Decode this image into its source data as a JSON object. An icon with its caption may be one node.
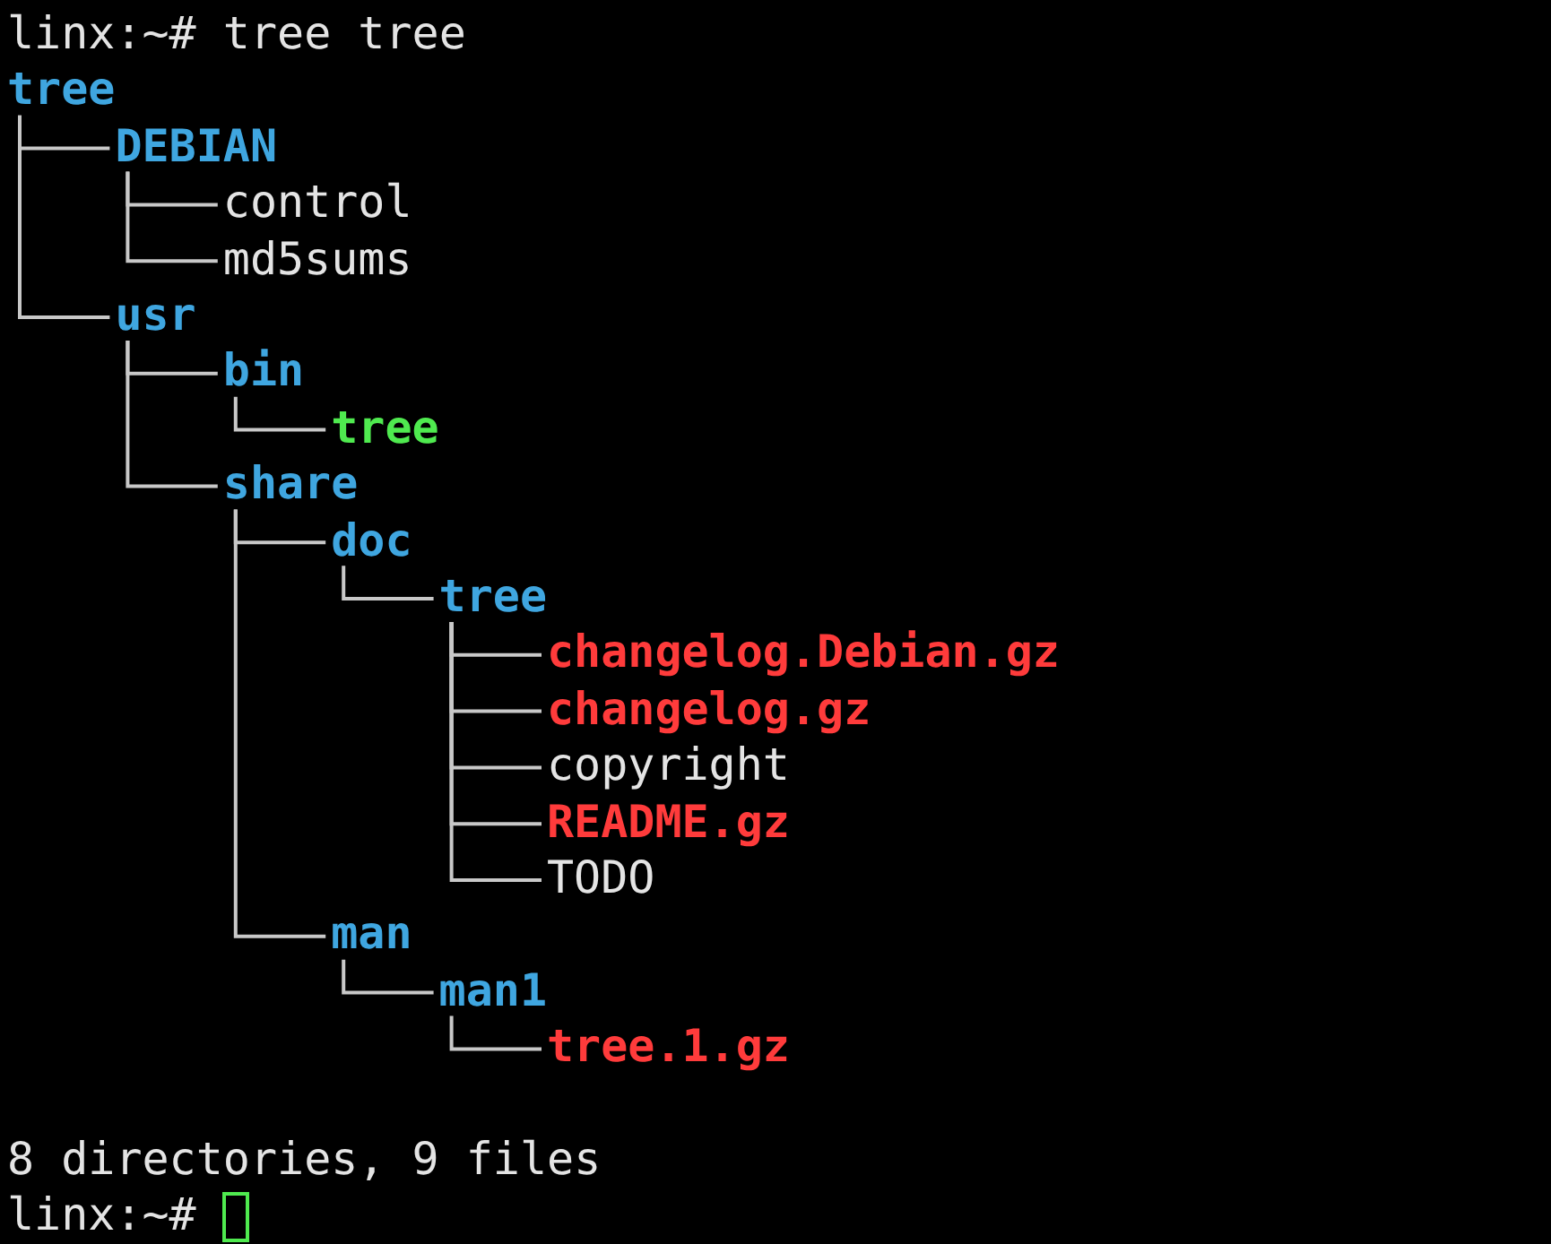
{
  "diagram": {
    "nodes": [
      {
        "text": [
          "tree"
        ]
      },
      {
        "text": [
          "DEBIAN"
        ]
      },
      {
        "text": [
          "control"
        ]
      },
      {
        "text": [
          "md5sums"
        ]
      },
      {
        "text": [
          "usr"
        ]
      },
      {
        "text": [
          "bin"
        ]
      },
      {
        "text": [
          "tree"
        ]
      },
      {
        "text": [
          "share"
        ]
      },
      {
        "text": [
          "doc"
        ]
      },
      {
        "text": [
          "tree"
        ]
      },
      {
        "text": [
          "changelog.Debian.gz"
        ]
      },
      {
        "text": [
          "changelog.gz"
        ]
      },
      {
        "text": [
          "copyright"
        ]
      },
      {
        "text": [
          "README.gz"
        ]
      },
      {
        "text": [
          "TODO"
        ]
      },
      {
        "text": [
          "man"
        ]
      },
      {
        "text": [
          "man1"
        ]
      },
      {
        "text": [
          "tree.1.gz"
        ]
      }
    ],
    "edges": [
      {
        "from": 0,
        "to": 1,
        "arrow": "none"
      },
      {
        "from": 1,
        "to": 2,
        "arrow": "none"
      },
      {
        "from": 1,
        "to": 3,
        "arrow": "none"
      },
      {
        "from": 0,
        "to": 4,
        "arrow": "none"
      },
      {
        "from": 4,
        "to": 5,
        "arrow": "none"
      },
      {
        "from": 5,
        "to": 6,
        "arrow": "none"
      },
      {
        "from": 4,
        "to": 7,
        "arrow": "none"
      },
      {
        "from": 7,
        "to": 8,
        "arrow": "none"
      },
      {
        "from": 8,
        "to": 9,
        "arrow": "none"
      },
      {
        "from": 9,
        "to": 10,
        "arrow": "none"
      },
      {
        "from": 9,
        "to": 11,
        "arrow": "none"
      },
      {
        "from": 9,
        "to": 12,
        "arrow": "none"
      },
      {
        "from": 9,
        "to": 13,
        "arrow": "none"
      },
      {
        "from": 9,
        "to": 14,
        "arrow": "none"
      },
      {
        "from": 7,
        "to": 15,
        "arrow": "none"
      },
      {
        "from": 15,
        "to": 16,
        "arrow": "none"
      },
      {
        "from": 16,
        "to": 17,
        "arrow": "none"
      }
    ],
    "labels": [
      "linx:~# tree tree",
      "8 directories, 9 files",
      "linx:~#"
    ]
  }
}
